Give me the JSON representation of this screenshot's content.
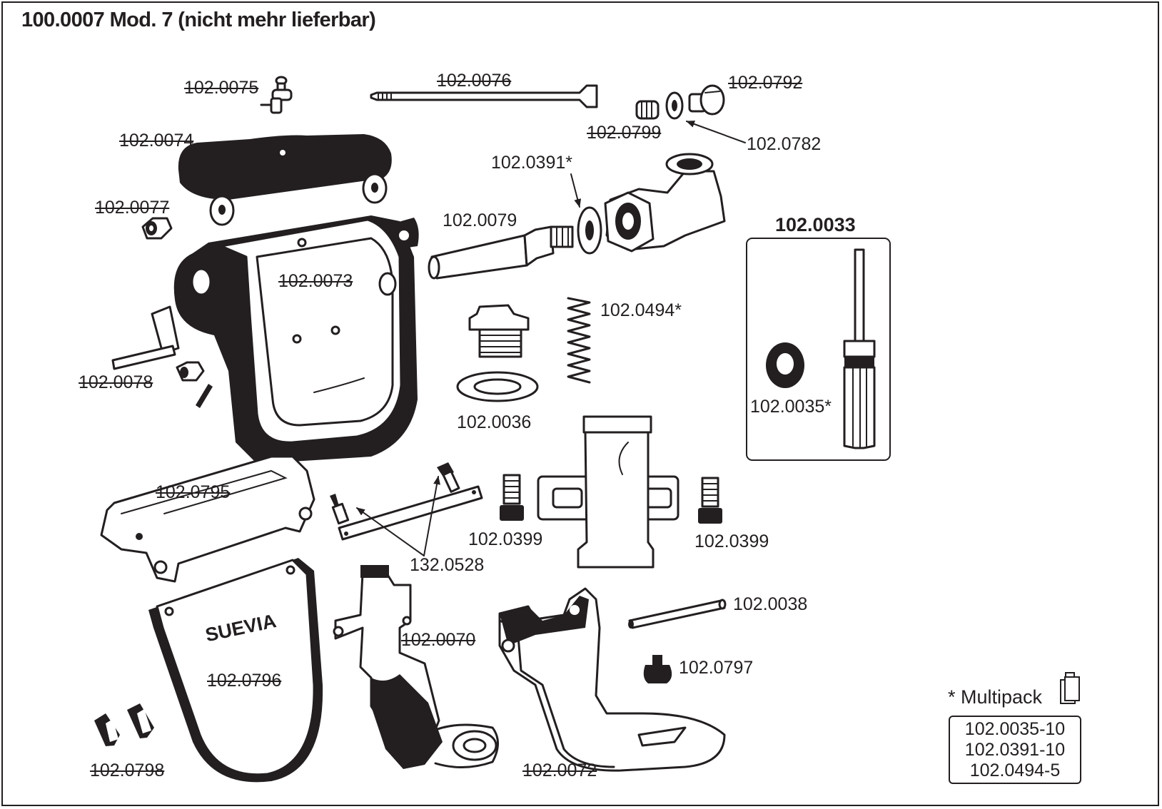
{
  "title": "100.0007 Mod. 7 (nicht mehr lieferbar)",
  "brand_on_part": "SUEVIA",
  "part_labels": [
    {
      "id": "0075",
      "text": "102.0075",
      "discontinued": true
    },
    {
      "id": "0076",
      "text": "102.0076",
      "discontinued": true
    },
    {
      "id": "0792",
      "text": "102.0792",
      "discontinued": true
    },
    {
      "id": "0799",
      "text": "102.0799",
      "discontinued": true
    },
    {
      "id": "0782",
      "text": "102.0782",
      "discontinued": false
    },
    {
      "id": "0074",
      "text": "102.0074",
      "discontinued": true
    },
    {
      "id": "0391",
      "text": "102.0391*",
      "discontinued": false
    },
    {
      "id": "0077",
      "text": "102.0077",
      "discontinued": true
    },
    {
      "id": "0079",
      "text": "102.0079",
      "discontinued": false
    },
    {
      "id": "0073",
      "text": "102.0073",
      "discontinued": true
    },
    {
      "id": "0494",
      "text": "102.0494*",
      "discontinued": false
    },
    {
      "id": "0078",
      "text": "102.0078",
      "discontinued": true
    },
    {
      "id": "0036",
      "text": "102.0036",
      "discontinued": false
    },
    {
      "id": "0035",
      "text": "102.0035*",
      "discontinued": false
    },
    {
      "id": "0795",
      "text": "102.0795",
      "discontinued": true
    },
    {
      "id": "0399a",
      "text": "102.0399",
      "discontinued": false
    },
    {
      "id": "0399b",
      "text": "102.0399",
      "discontinued": false
    },
    {
      "id": "0528",
      "text": "132.0528",
      "discontinued": false
    },
    {
      "id": "0038",
      "text": "102.0038",
      "discontinued": false
    },
    {
      "id": "0070",
      "text": "102.0070",
      "discontinued": true
    },
    {
      "id": "0796",
      "text": "102.0796",
      "discontinued": true
    },
    {
      "id": "0797",
      "text": "102.0797",
      "discontinued": false
    },
    {
      "id": "0798",
      "text": "102.0798",
      "discontinued": true
    },
    {
      "id": "0072",
      "text": "102.0072",
      "discontinued": true
    }
  ],
  "set": {
    "title": "102.0033"
  },
  "multipack": {
    "title": "* Multipack",
    "icon": "multipack-icon",
    "items": [
      "102.0035-10",
      "102.0391-10",
      "102.0494-5"
    ]
  }
}
